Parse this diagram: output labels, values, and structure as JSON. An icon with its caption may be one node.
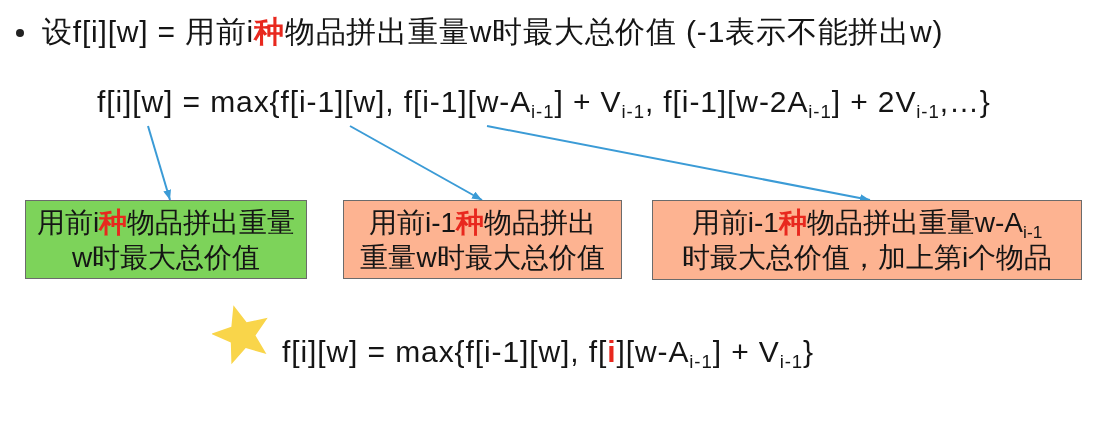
{
  "diagram": {
    "nodes": [
      {
        "text": [
          "f[i][w] = max{f[i-1][w], f[i-1][w-A$_{i-1}$] + V$_{i-1}$, f[i-1][w-2A$_{i-1}$] + 2V$_{i-1}$,…}"
        ]
      },
      {
        "text": [
          "用前i**种**物品拼出重量w时最大总价值"
        ]
      },
      {
        "text": [
          "用前i-1**种**物品拼出重量w时最大总价值"
        ]
      },
      {
        "text": [
          "用前i-1**种**物品拼出重量w-A$_{i-1}$时最大总价值，加上第i个物品"
        ]
      }
    ],
    "edges": [
      {
        "from": 0,
        "to": 1,
        "arrow": "to"
      },
      {
        "from": 0,
        "to": 2,
        "arrow": "to"
      },
      {
        "from": 0,
        "to": 3,
        "arrow": "to"
      }
    ],
    "labels": [
      "设f[i][w] = 用前i**种**物品拼出重量w时最大总价值 (-1表示不能拼出w)",
      "f[i][w] = max{f[i-1][w], f[**i**][w-A$_{i-1}$] + V$_{i-1}$}"
    ]
  }
}
